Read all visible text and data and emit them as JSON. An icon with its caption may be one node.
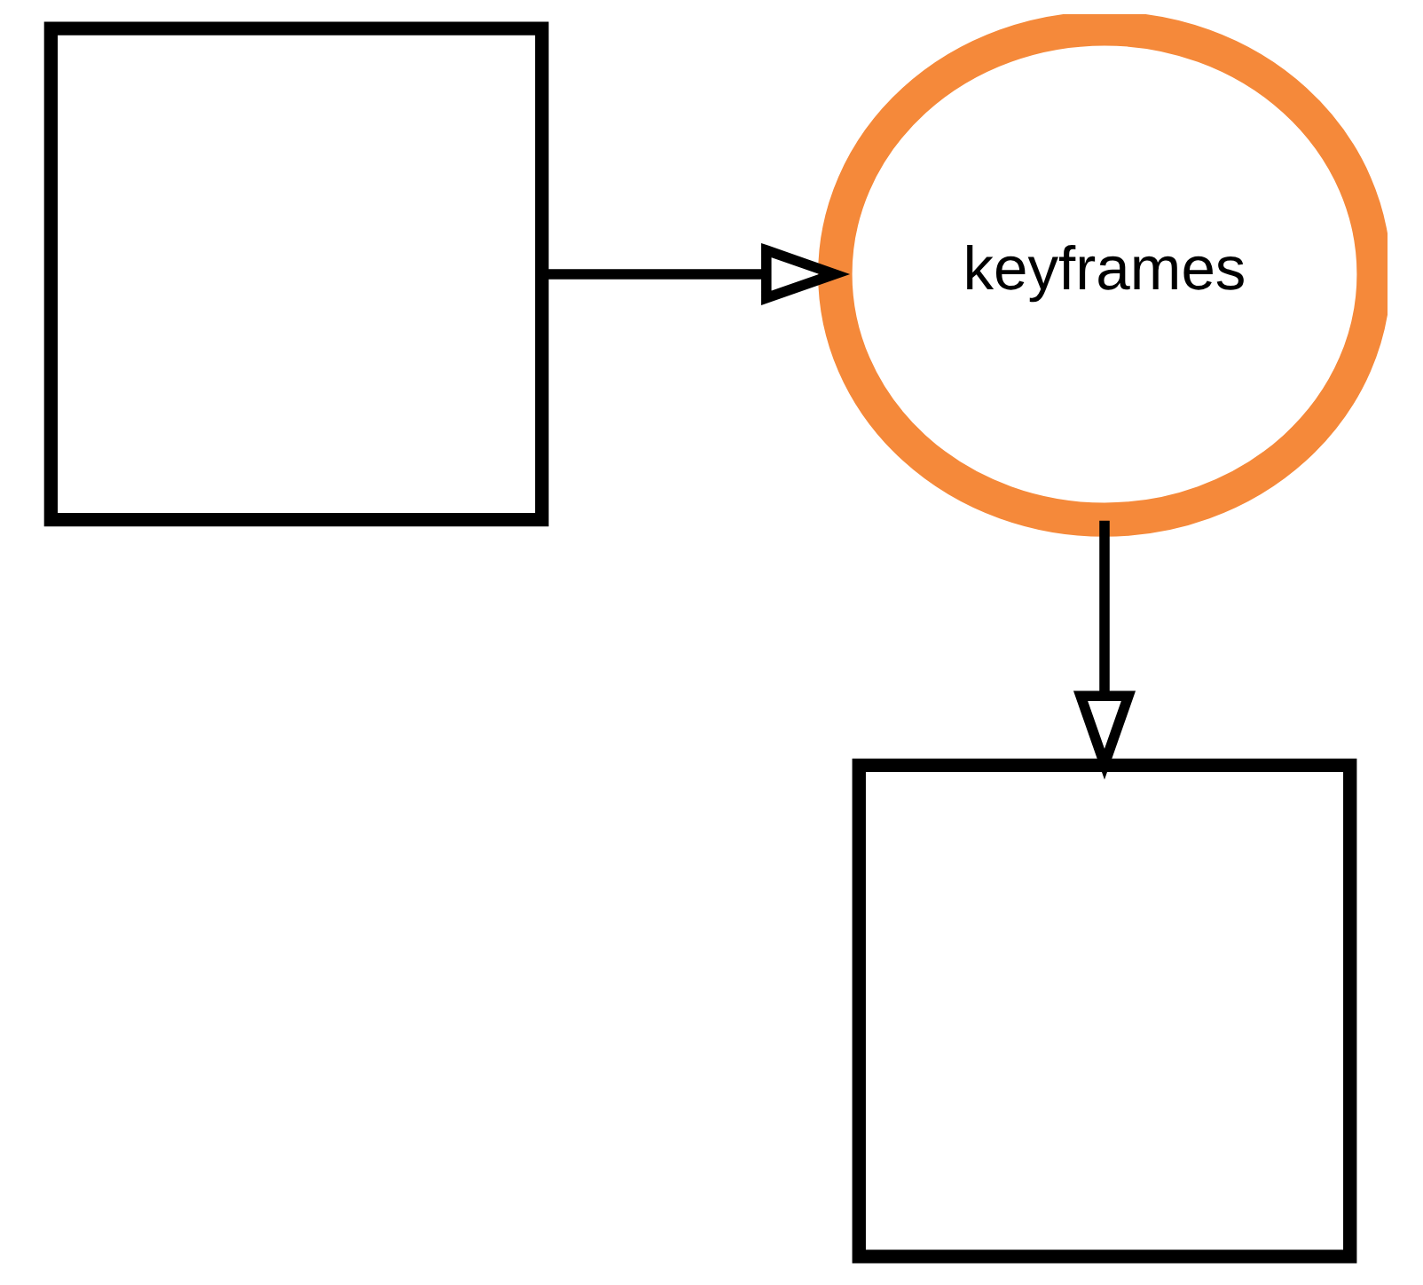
{
  "diagram": {
    "nodes": [
      {
        "text": [],
        "shape": "box"
      },
      {
        "text": [
          "keyframes"
        ]
      },
      {
        "text": [],
        "shape": "box"
      }
    ],
    "edges": [
      {
        "from": 0,
        "to": 1,
        "arrow": "to"
      },
      {
        "from": 1,
        "to": 2,
        "arrow": "to"
      }
    ]
  }
}
